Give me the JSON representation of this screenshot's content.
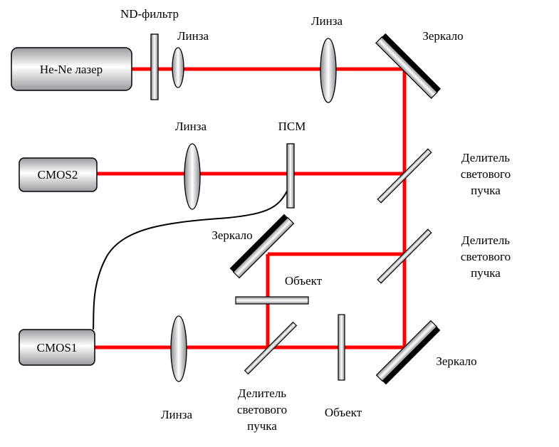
{
  "labels": {
    "nd_filter": "ND-фильтр",
    "lens_top_1": "Линза",
    "lens_top_2": "Линза",
    "mirror_top": "Зеркало",
    "laser": "He-Ne лазер",
    "cmos2": "CMOS2",
    "lens_mid": "Линза",
    "psm": "ПСМ",
    "splitter_1": [
      "Делитель",
      "светового",
      "пучка"
    ],
    "splitter_2": [
      "Делитель",
      "светового",
      "пучка"
    ],
    "mirror_mid": "Зеркало",
    "object_top": "Объект",
    "cmos1": "CMOS1",
    "lens_bottom": "Линза",
    "splitter_3": [
      "Делитель",
      "светового",
      "пучка"
    ],
    "object_bottom": "Объект",
    "mirror_bottom": "Зеркало"
  },
  "colors": {
    "beam": "#ff0000",
    "mirror_coating": "#000000",
    "optic_outline": "#000000",
    "cable": "#000000"
  }
}
